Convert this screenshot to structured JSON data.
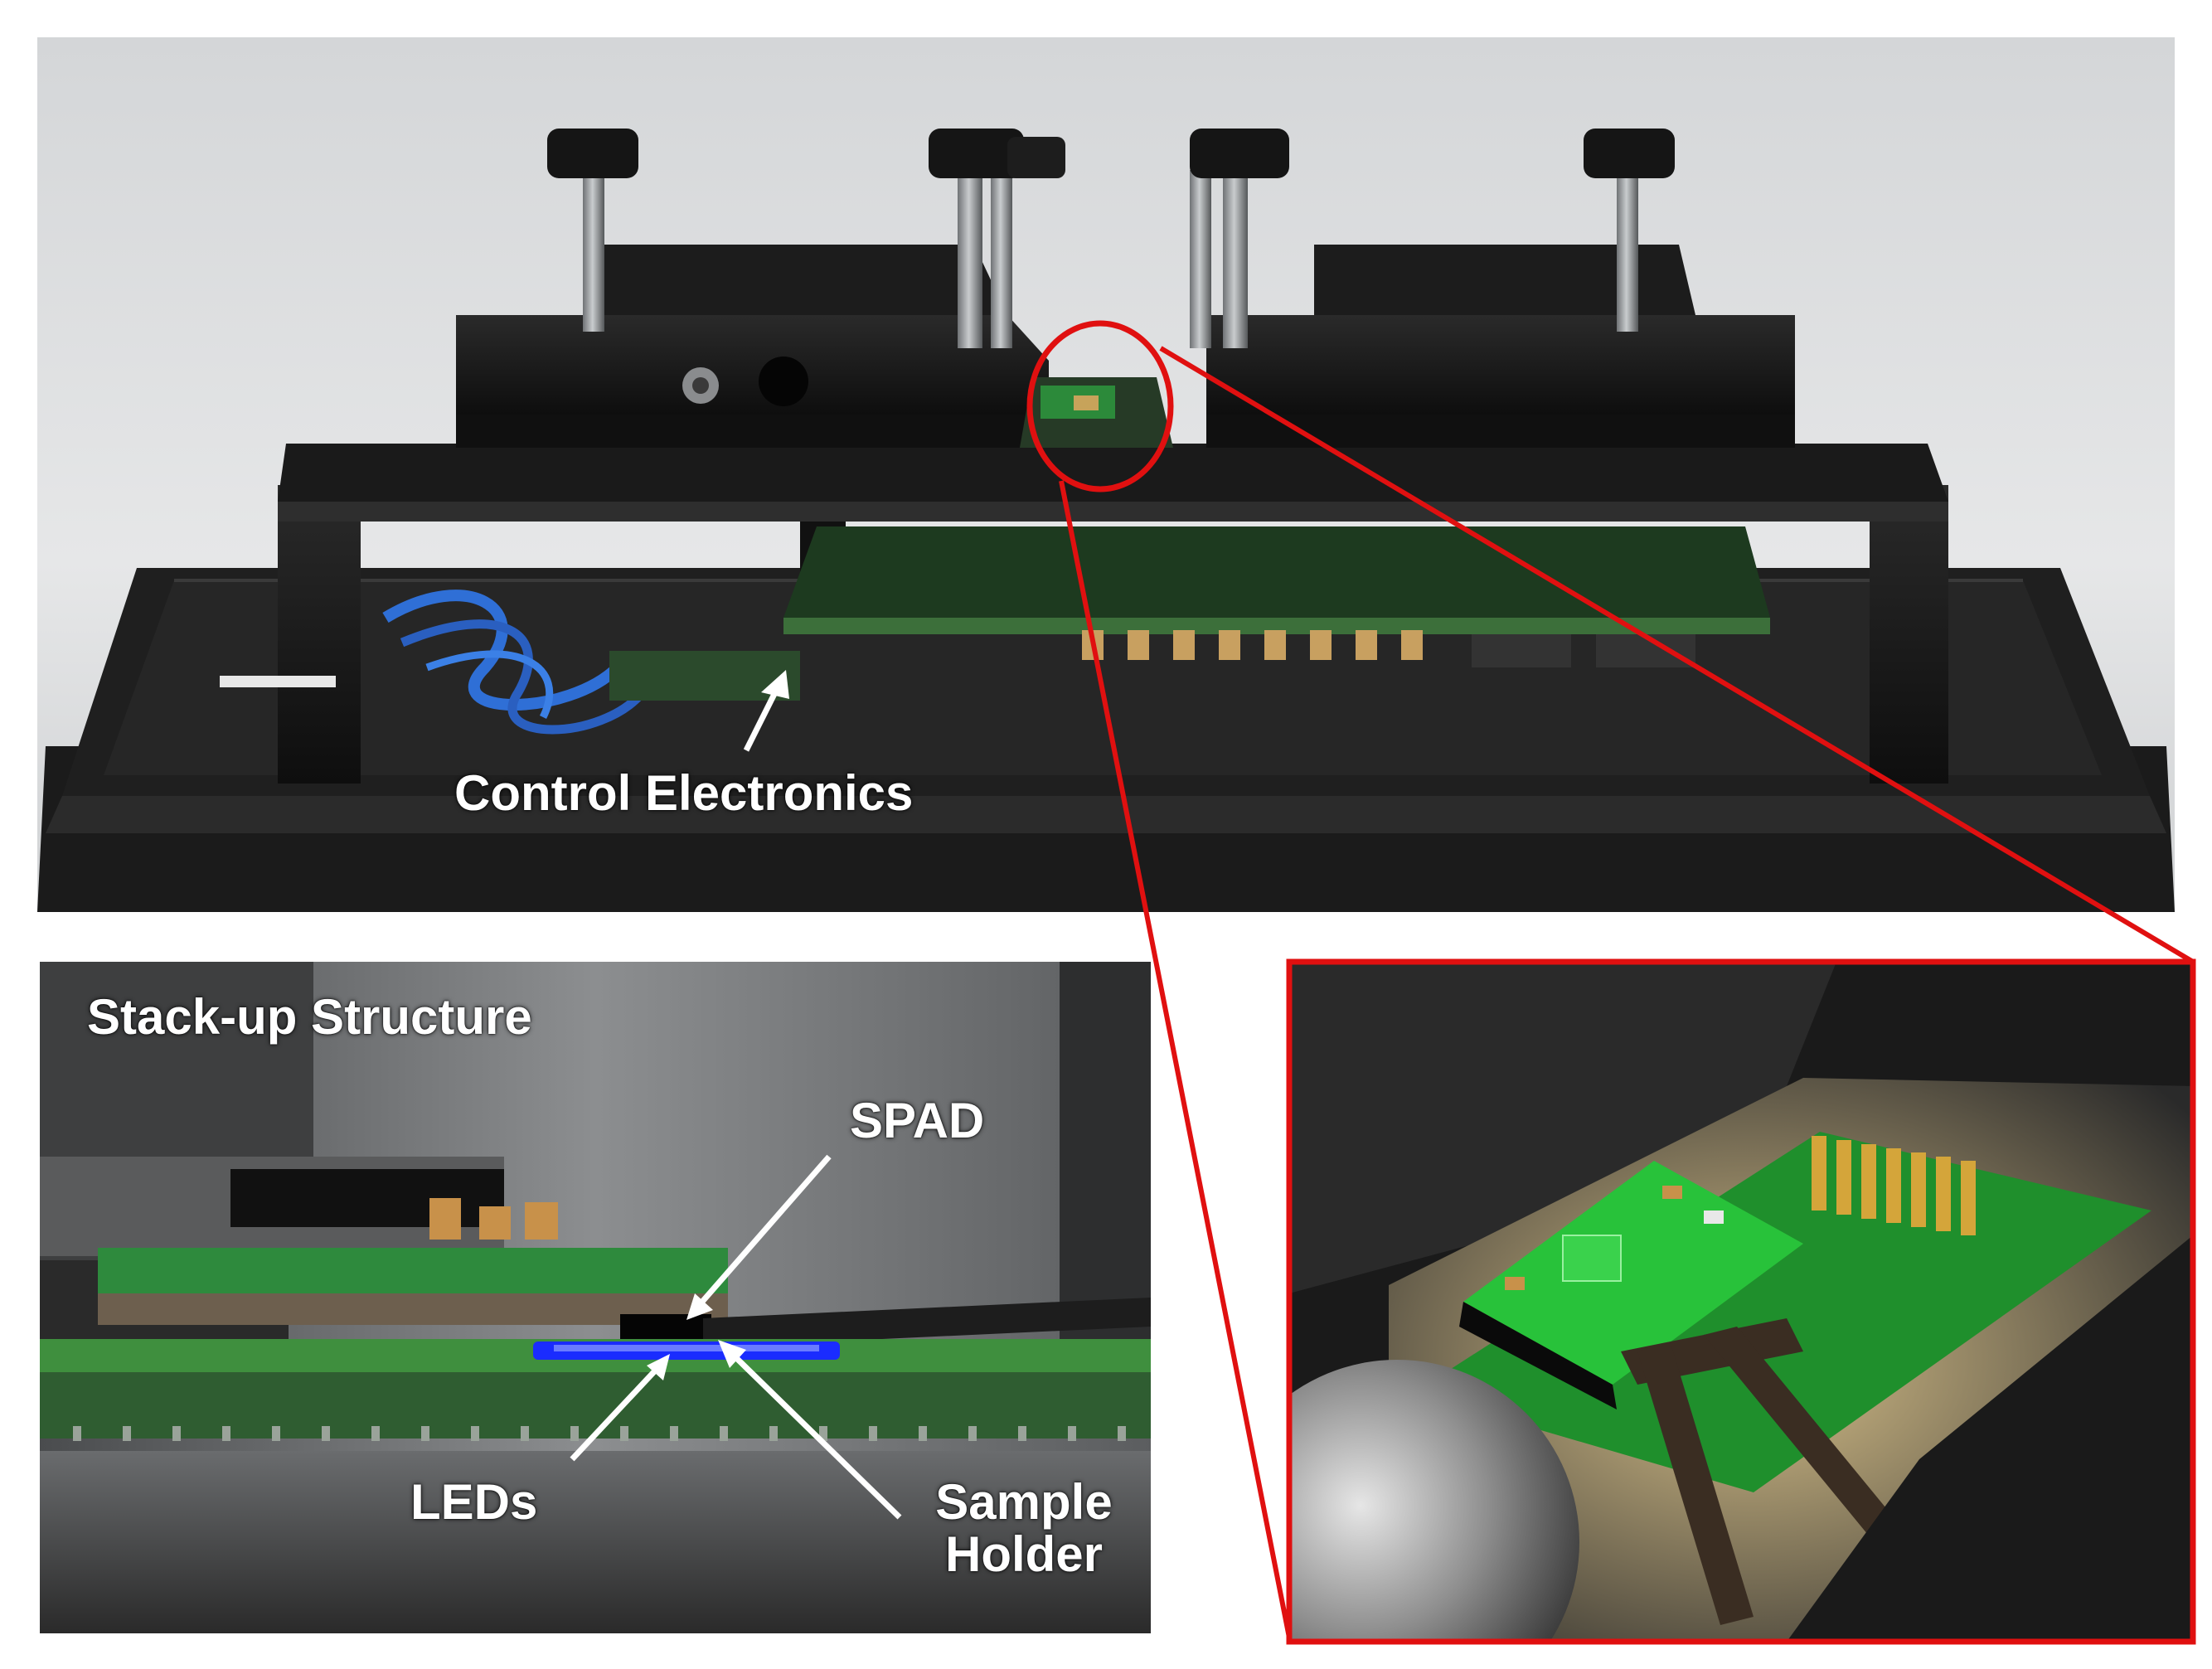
{
  "labels": {
    "control_electronics": "Control Electronics",
    "stack_up_structure": "Stack-up Structure",
    "spad": "SPAD",
    "leds": "LEDs",
    "sample_holder_line1": "Sample",
    "sample_holder_line2": "Holder"
  },
  "colors": {
    "highlight_red": "#e01010",
    "label_white": "#ffffff",
    "led_blue": "#1a2cff",
    "pcb_green": "#1fa83a",
    "housing_black": "#161616"
  }
}
